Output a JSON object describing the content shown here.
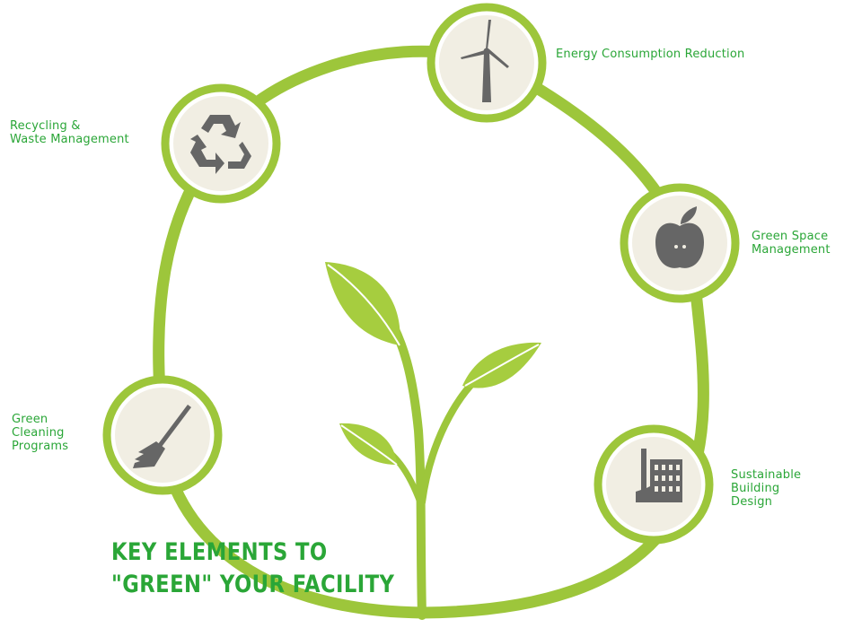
{
  "title": {
    "line1": "KEY ELEMENTS TO",
    "line2": "\"GREEN\" YOUR FACILITY"
  },
  "elements": {
    "energy": {
      "line1": "Energy Consumption Reduction",
      "icon": "wind-turbine-icon"
    },
    "recycling": {
      "line1": "Recycling &",
      "line2": "Waste Management",
      "icon": "recycle-icon"
    },
    "green_space": {
      "line1": "Green Space",
      "line2": "Management",
      "icon": "apple-icon"
    },
    "cleaning": {
      "line1": "Green",
      "line2": "Cleaning",
      "line3": "Programs",
      "icon": "broom-icon"
    },
    "building": {
      "line1": "Sustainable",
      "line2": "Building",
      "line3": "Design",
      "icon": "factory-icon"
    }
  },
  "colors": {
    "ring": "#9dc63b",
    "node_fill": "#f1eee3",
    "icon": "#666666",
    "text": "#2aa637",
    "leaf_light": "#a6cd3f",
    "leaf_dark": "#8fba2f"
  }
}
